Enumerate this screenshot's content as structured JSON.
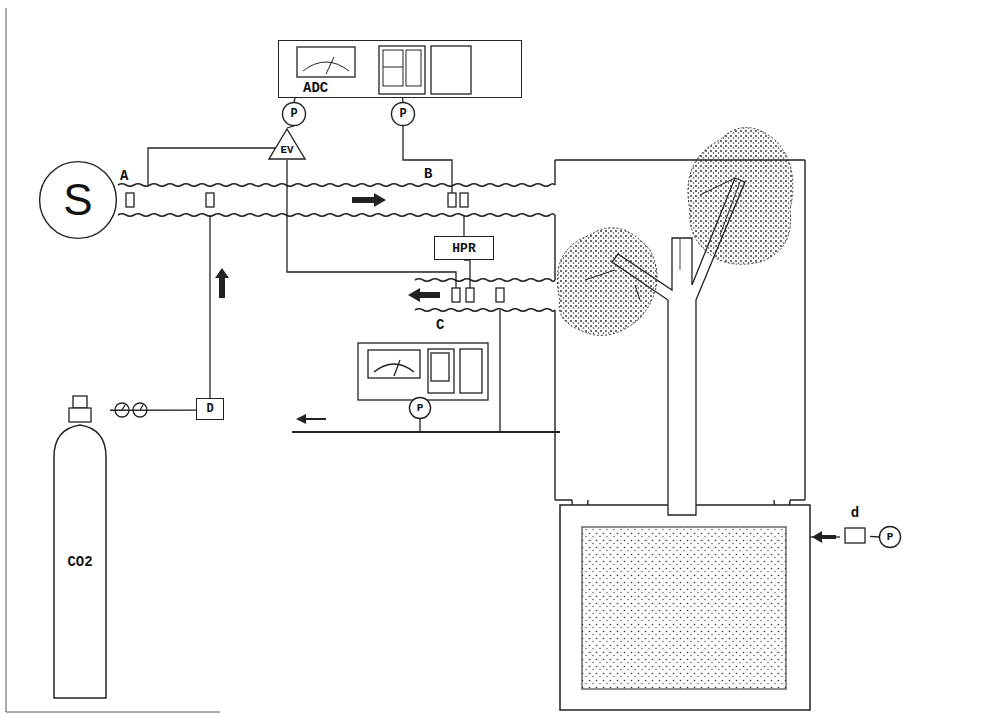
{
  "diagram": {
    "nodes": [
      {
        "text": [
          "ADC"
        ]
      },
      {
        "text": [
          "P"
        ]
      },
      {
        "text": [
          "P"
        ]
      },
      {
        "text": [
          "EV"
        ]
      },
      {
        "text": [
          "S"
        ]
      },
      {
        "text": [
          "HPR"
        ]
      },
      {
        "text": [
          "CO2"
        ]
      },
      {
        "text": [
          "D"
        ]
      },
      {
        "text": [
          "P"
        ]
      },
      {
        "text": [
          "d"
        ]
      },
      {
        "text": [
          "P"
        ]
      }
    ],
    "edges": [
      {
        "from": 0,
        "to": 1,
        "arrow": "none"
      },
      {
        "from": 0,
        "to": 2,
        "arrow": "none"
      },
      {
        "from": 1,
        "to": 3,
        "arrow": "none"
      },
      {
        "from": 6,
        "to": 7,
        "arrow": "none"
      },
      {
        "from": 10,
        "to": 9,
        "arrow": "none"
      }
    ],
    "labels": [
      "A",
      "B",
      "C"
    ]
  }
}
